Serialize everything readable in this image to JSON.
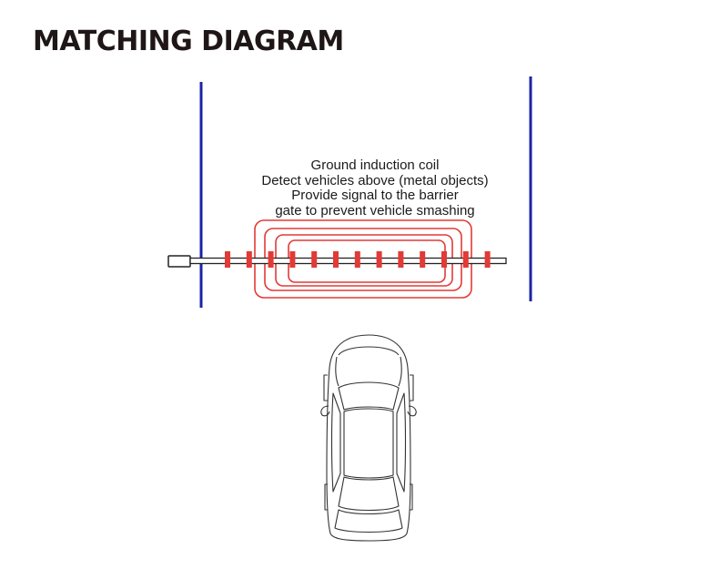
{
  "title": "MATCHING DIAGRAM",
  "caption": {
    "line1": "Ground induction coil",
    "line2": "Detect vehicles above (metal objects)",
    "line3": "Provide signal to the barrier",
    "line4": "gate to prevent vehicle smashing"
  },
  "colors": {
    "title": "#1f1717",
    "lane_line": "#1a24a6",
    "coil": "#e23a36",
    "boom_stripe": "#e23a36",
    "outline": "#222222"
  },
  "boom": {
    "stripe_count": 13
  },
  "coil": {
    "loop_count": 4
  }
}
